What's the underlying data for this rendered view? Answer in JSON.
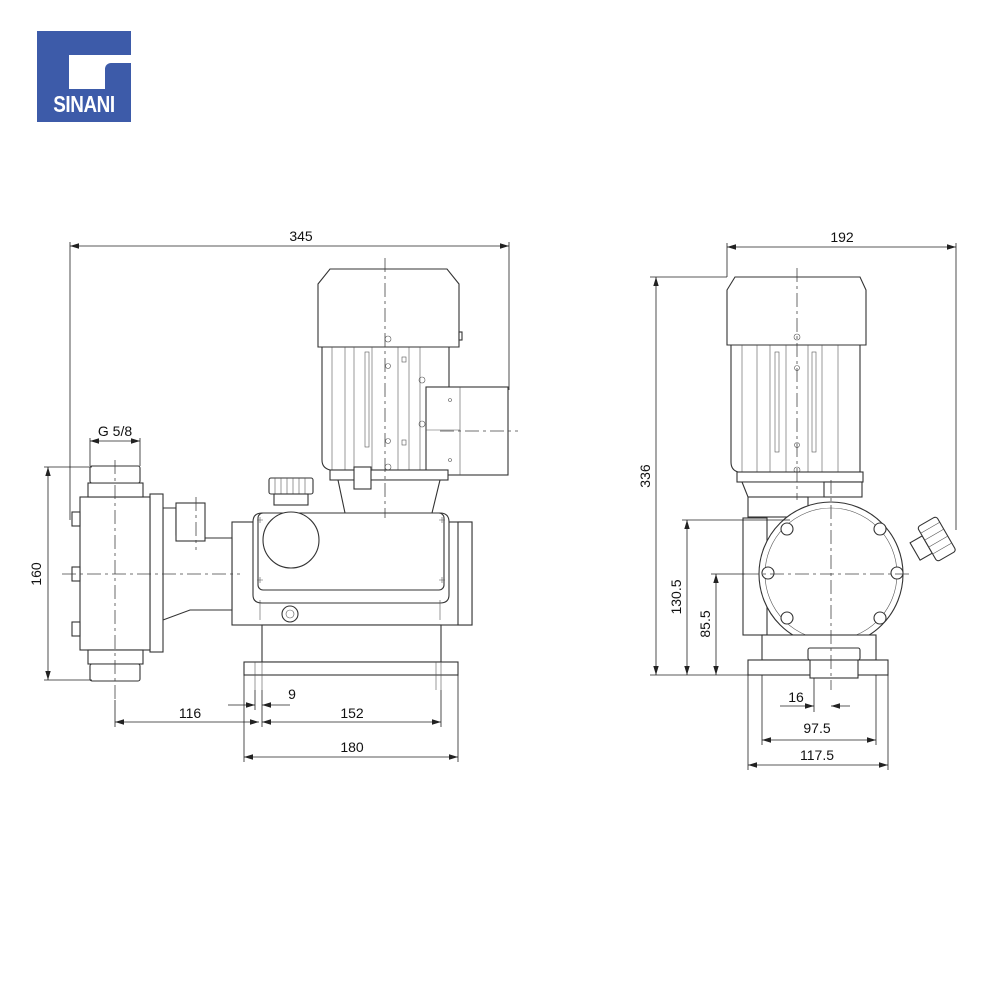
{
  "logo": {
    "text": "SINANI",
    "color": "#3d5ba9"
  },
  "side_view": {
    "dimensions": {
      "overall_width": "345",
      "connection": "G 5/8",
      "height": "160",
      "head_offset": "116",
      "slot": "9",
      "foot_hole_spacing": "152",
      "base_length": "180"
    }
  },
  "front_view": {
    "dimensions": {
      "overall_width": "192",
      "overall_height": "336",
      "head_center_top": "130.5",
      "head_axis_height": "85.5",
      "offset": "16",
      "foot_hole_spacing": "97.5",
      "base_width": "117.5"
    }
  }
}
